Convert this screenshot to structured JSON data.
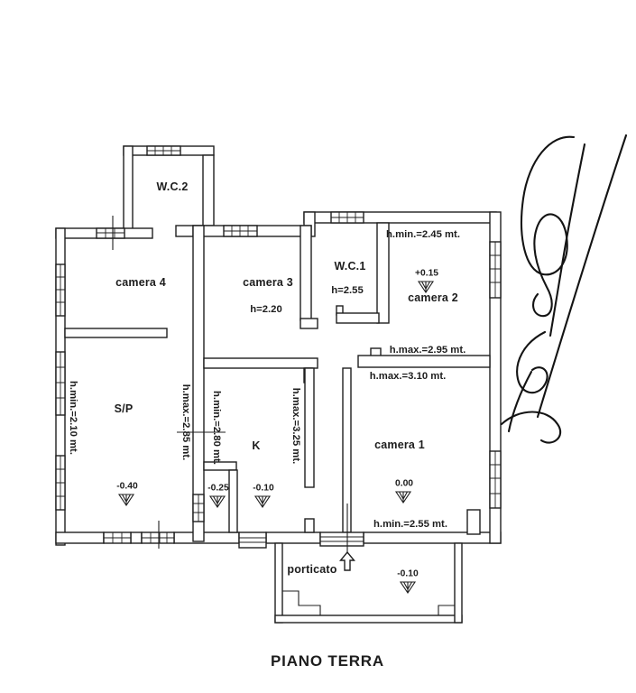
{
  "floor_title": "PIANO TERRA",
  "colors": {
    "line": "#1f1f1f",
    "background": "#ffffff"
  },
  "rooms": {
    "wc2": {
      "name": "W.C.2"
    },
    "camera4": {
      "name": "camera 4"
    },
    "camera3": {
      "name": "camera 3",
      "height": "h=2.20"
    },
    "wc1": {
      "name": "W.C.1",
      "height": "h=2.55"
    },
    "camera2": {
      "name": "camera 2",
      "level": "+0.15",
      "h_min": "h.min.=2.45 mt.",
      "h_max": "h.max.=2.95 mt."
    },
    "camera1": {
      "name": "camera 1",
      "level": "0.00",
      "h_max": "h.max.=3.10 mt.",
      "h_min": "h.min.=2.55 mt."
    },
    "sp": {
      "name": "S/P",
      "level": "-0.40",
      "h_min": "h.min.=2.10 mt.",
      "h_max": "h.max.=2.85 mt."
    },
    "closet": {
      "level": "-0.25"
    },
    "kitchen": {
      "name": "K",
      "level": "-0.10",
      "h_min": "h.min.=2.80 mt.",
      "h_max": "h.max.=3.25 mt."
    },
    "porticato": {
      "name": "porticato",
      "level": "-0.10"
    }
  },
  "icons": {
    "entrance_arrow": "up-arrow-entrance",
    "level_benchmark": "inverted-triangle-benchmark",
    "signature": "handwritten-signature"
  }
}
